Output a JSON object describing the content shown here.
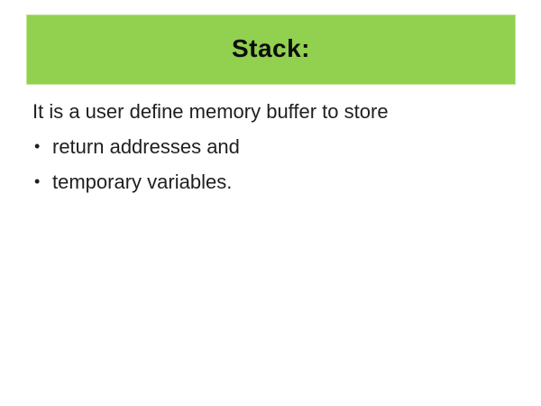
{
  "slide": {
    "header": {
      "title": "Stack:",
      "bg_color": "#92d050"
    },
    "body": {
      "intro": "It is a user define memory buffer to store",
      "bullet_char": "•",
      "bullets": [
        "return addresses and",
        "temporary variables."
      ]
    }
  }
}
